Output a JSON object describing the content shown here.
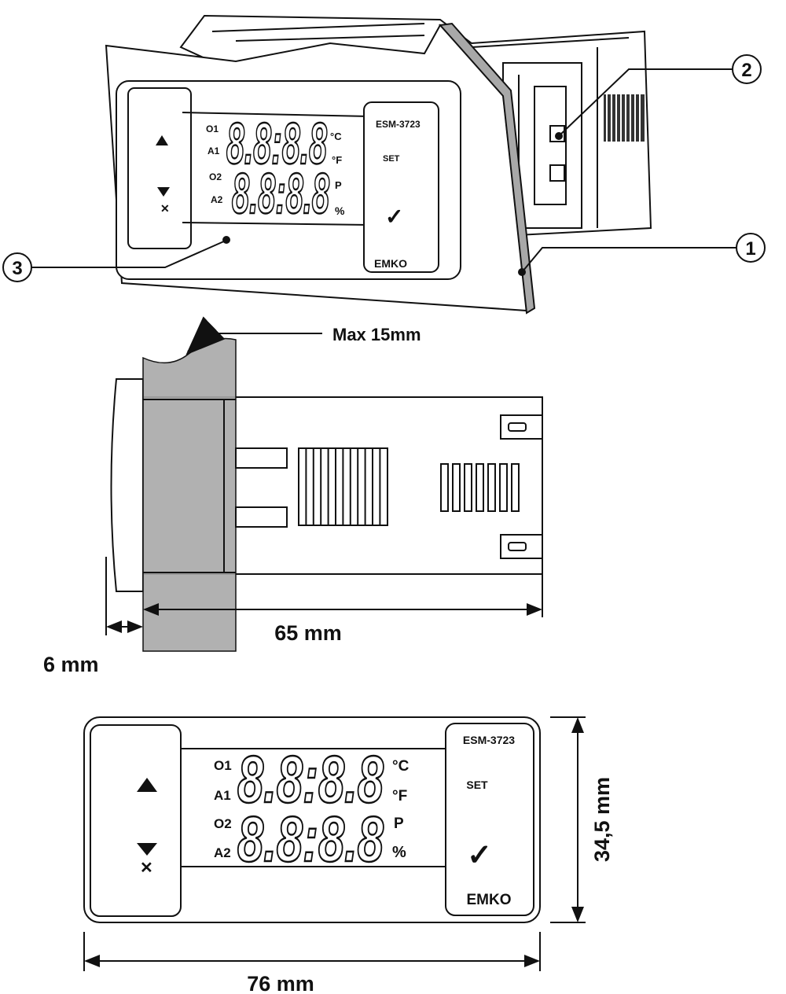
{
  "callouts": [
    "1",
    "2",
    "3"
  ],
  "device": {
    "model": "ESM-3723",
    "brand": "EMKO",
    "set_label": "SET",
    "check_symbol": "✓",
    "row_labels": [
      "O1",
      "A1",
      "O2",
      "A2"
    ],
    "unit_labels": [
      "°C",
      "°F",
      "P",
      "%"
    ],
    "display_digits": "8.8:8.8",
    "keys": [
      "up-arrow",
      "down-arrow",
      "mute"
    ]
  },
  "side_view": {
    "panel_thickness_label": "Max 15mm",
    "depth_label": "65 mm",
    "bezel_label": "6 mm"
  },
  "front_view": {
    "height_label": "34,5 mm",
    "width_label": "76 mm"
  },
  "colors": {
    "panel": "#a8a8a8",
    "line": "#111111"
  }
}
